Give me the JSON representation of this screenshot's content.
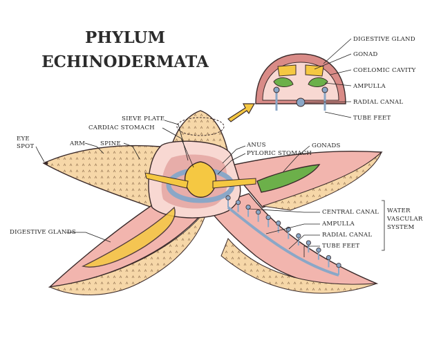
{
  "title": {
    "line1": "PHYLUM",
    "line2": "ECHINODERMATA"
  },
  "labels": {
    "eye_spot_1": "EYE",
    "eye_spot_2": "SPOT",
    "arm": "ARM",
    "spine": "SPINE",
    "sieve_plate": "SIEVE PLATE",
    "cardiac_stomach": "CARDIAC STOMACH",
    "anus": "ANUS",
    "pyloric_stomach": "PYLORIC STOMACH",
    "gonads": "GONADS",
    "digestive_glands": "DIGESTIVE GLANDS",
    "central_canal": "CENTRAL CANAL",
    "ampulla": "AMPULLA",
    "radial_canal": "RADIAL CANAL",
    "tube_feet": "TUBE FEET",
    "wvs_1": "WATER",
    "wvs_2": "VASCULAR",
    "wvs_3": "SYSTEM"
  },
  "inset_labels": {
    "digestive_gland": "DIGESTIVE GLAND",
    "gonad": "GONAD",
    "coelomic_cavity": "COELOMIC CAVITY",
    "ampulla": "AMPULLA",
    "radial_canal": "RADIAL CANAL",
    "tube_feet": "TUBE FEET"
  },
  "colors": {
    "skin": "#f6d7a8",
    "cut_pink": "#f2b5ae",
    "cut_dark": "#d98b87",
    "inner_pink": "#f8d8d2",
    "yellow_organ": "#f5c842",
    "green_gonad": "#6cb04a",
    "blue_canal": "#8aa7c7",
    "outline": "#3a2a2a"
  }
}
